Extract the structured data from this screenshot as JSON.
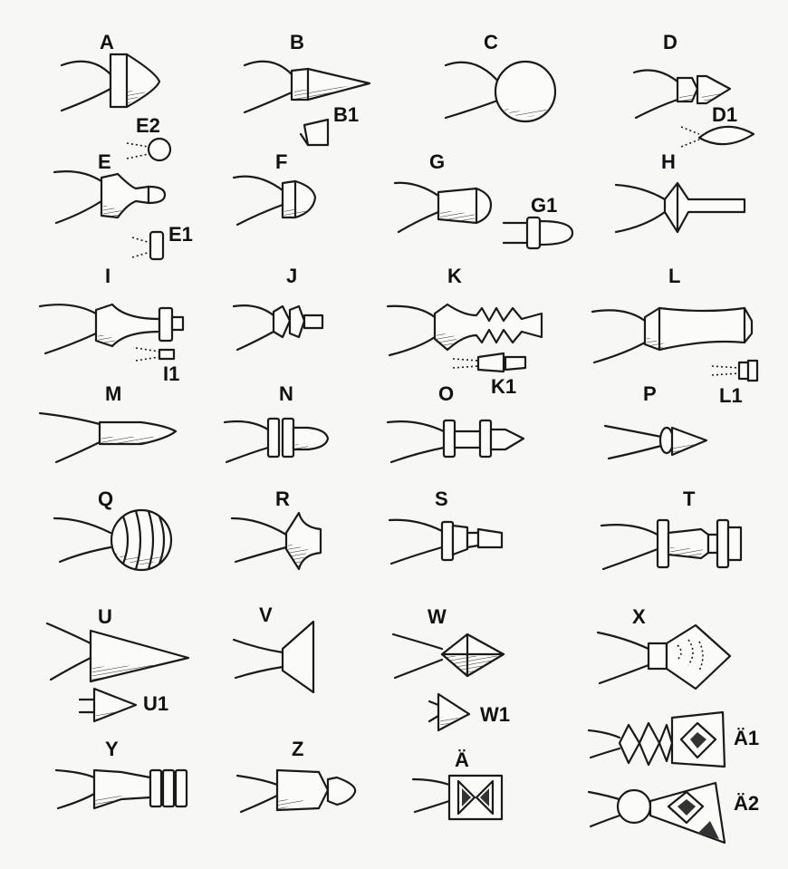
{
  "labels": {
    "A": "A",
    "B": "B",
    "B1": "B1",
    "C": "C",
    "D": "D",
    "D1": "D1",
    "E": "E",
    "E1": "E1",
    "E2": "E2",
    "F": "F",
    "G": "G",
    "G1": "G1",
    "H": "H",
    "I": "I",
    "I1": "I1",
    "J": "J",
    "K": "K",
    "K1": "K1",
    "L": "L",
    "L1": "L1",
    "M": "M",
    "N": "N",
    "O": "O",
    "P": "P",
    "Q": "Q",
    "R": "R",
    "S": "S",
    "T": "T",
    "U": "U",
    "U1": "U1",
    "V": "V",
    "W": "W",
    "W1": "W1",
    "X": "X",
    "Y": "Y",
    "Z": "Z",
    "AE": "Ä",
    "AE1": "Ä1",
    "AE2": "Ä2"
  }
}
